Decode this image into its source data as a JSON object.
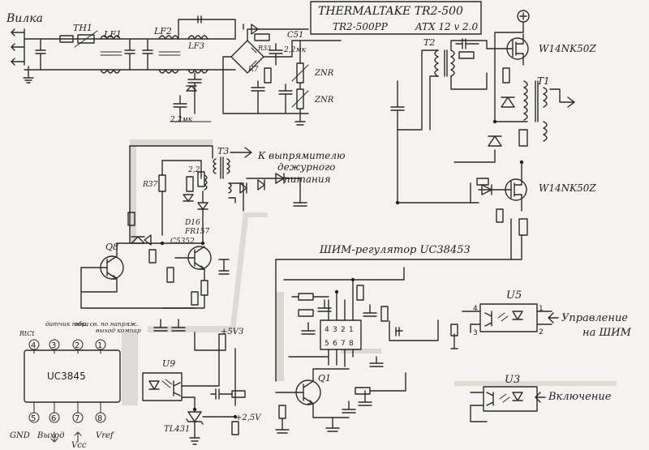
{
  "title": {
    "line1": "THERMALTAKE TR2-500",
    "line2": "TR2-500PP",
    "line3": "ATX 12 v 2.0"
  },
  "labels": {
    "plug": "Вилка",
    "th1": "TH1",
    "lf1": "LF1",
    "lf2": "LF2",
    "lf3": "LF3",
    "r33": "R33",
    "c51": "C51",
    "cap_22mk_a": "2,2мк",
    "cap_22mk_b": "2,2мк",
    "r7": "R7",
    "znr_a": "ZNR",
    "znr_b": "ZNR",
    "t2": "T2",
    "t1": "T1",
    "mosfet_top": "W14NK50Z",
    "mosfet_bottom": "W14NK50Z",
    "t3": "T3",
    "standby_note_1": "К выпрямителю",
    "standby_note_2": "дежурного",
    "standby_note_3": "питания",
    "r37": "R37",
    "r22": "2,2",
    "d16": "D16",
    "fr157": "FR157",
    "c5352": "C5352",
    "q8": "Q8",
    "q1": "Q1",
    "pwm_title": "ШИМ-регулятор UC3845З",
    "u5": "U5",
    "u3": "U3",
    "pwm_control_1": "Управление",
    "pwm_control_2": "на ШИМ",
    "power_on": "Включение",
    "u9": "U9",
    "plus5": "+5VЗ",
    "plus25": "+2,5V",
    "tl431": "TL431",
    "ic_name": "UC3845",
    "pin4_desc": "RtCt",
    "pin3_desc": "датчик тока",
    "pin2_desc": "обр. св. по напряж.",
    "pin1_desc": "выход компар",
    "pin5_desc": "GND",
    "pin6_desc": "Выход",
    "pin7_desc": "Vcc",
    "pin8_desc": "Vref",
    "pin_top": [
      "4",
      "3",
      "2",
      "1"
    ],
    "pin_bottom": [
      "5",
      "6",
      "7",
      "8"
    ],
    "chip_pins_top": [
      "4",
      "3",
      "2",
      "1"
    ],
    "chip_pins_bottom": [
      "5",
      "6",
      "7",
      "8"
    ],
    "opto_pins": [
      "1",
      "2",
      "3",
      "4"
    ]
  }
}
